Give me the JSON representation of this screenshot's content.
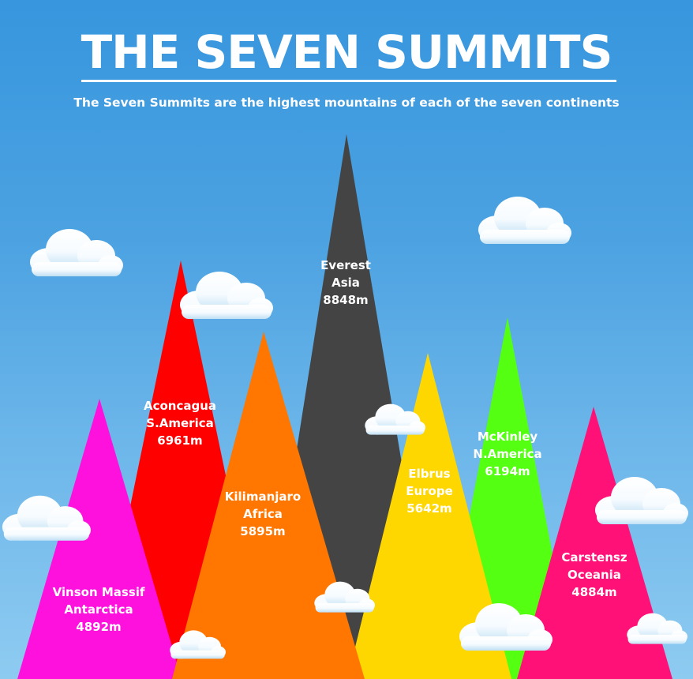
{
  "header": {
    "title": "THE SEVEN SUMMITS",
    "subtitle": "The Seven Summits are the highest mountains of each of the seven continents"
  },
  "summits": [
    {
      "name": "Everest",
      "continent": "Asia",
      "height": "8848m",
      "color": "#444444"
    },
    {
      "name": "Aconcagua",
      "continent": "S.America",
      "height": "6961m",
      "color": "#ff0000"
    },
    {
      "name": "McKinley",
      "continent": "N.America",
      "height": "6194m",
      "color": "#55ff11"
    },
    {
      "name": "Kilimanjaro",
      "continent": "Africa",
      "height": "5895m",
      "color": "#ff7700"
    },
    {
      "name": "Elbrus",
      "continent": "Europe",
      "height": "5642m",
      "color": "#ffd700"
    },
    {
      "name": "Vinson Massif",
      "continent": "Antarctica",
      "height": "4892m",
      "color": "#ff11dd"
    },
    {
      "name": "Carstensz",
      "continent": "Oceania",
      "height": "4884m",
      "color": "#ff1177"
    }
  ]
}
